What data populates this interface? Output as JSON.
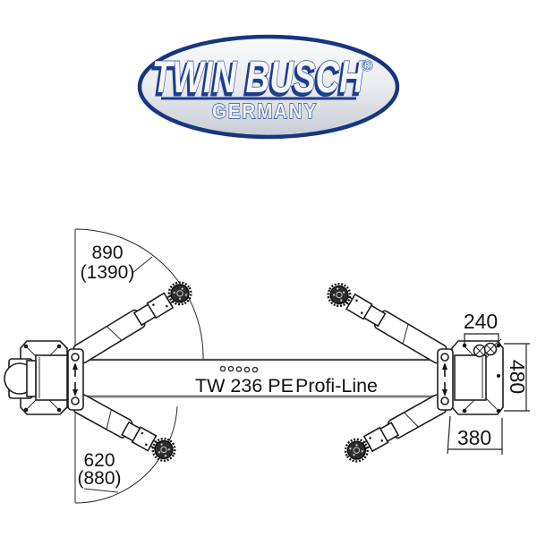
{
  "logo": {
    "brand": "TWIN BUSCH",
    "registered": "®",
    "country": "GERMANY",
    "border_color": "#16367e",
    "outline_color": "#2a4d9b"
  },
  "diagram": {
    "model": "TW 236 PE",
    "series": "Profi-Line",
    "dimensions": {
      "long_arm_retracted": "890",
      "long_arm_extended": "(1390)",
      "short_arm_retracted": "620",
      "short_arm_extended": "(880)",
      "anchor_spacing": "240",
      "baseplate_depth": "480",
      "baseplate_width": "380"
    }
  }
}
